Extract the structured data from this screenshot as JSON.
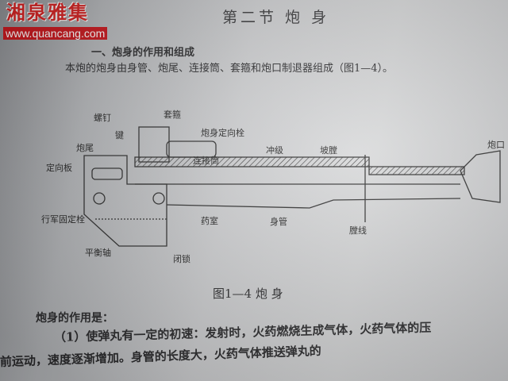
{
  "watermark": {
    "title": "湘泉雅集",
    "url": "www.quancang.com"
  },
  "page": {
    "section_title": "第二节 炮    身",
    "subsection": "一、炮身的作用和组成",
    "intro": "本炮的炮身由身管、炮尾、连接筒、套箍和炮口制退器组成（图1—4）。",
    "figure_caption": "图1—4  炮  身",
    "para_heading": "炮身的作用是：",
    "para_line1": "（1）使弹丸有一定的初速：发射时，火药燃烧生成气体，火药气体的压",
    "para_line2": "前运动，速度逐渐增加。身管的长度大，火药气体推送弹丸的"
  },
  "figure": {
    "labels": {
      "screw": "螺钉",
      "collar": "套箍",
      "locating_pin": "炮身定向栓",
      "connector": "连接筒",
      "breech": "炮尾",
      "key": "键",
      "orient_plate": "定向板",
      "travel_lock": "行军固定栓",
      "balance": "平衡轴",
      "block": "闭锁",
      "chamber": "药室",
      "tube": "身管",
      "punch": "冲级",
      "forcing_cone": "坡膛",
      "rifling": "膛线",
      "muzzle": "炮口"
    }
  }
}
